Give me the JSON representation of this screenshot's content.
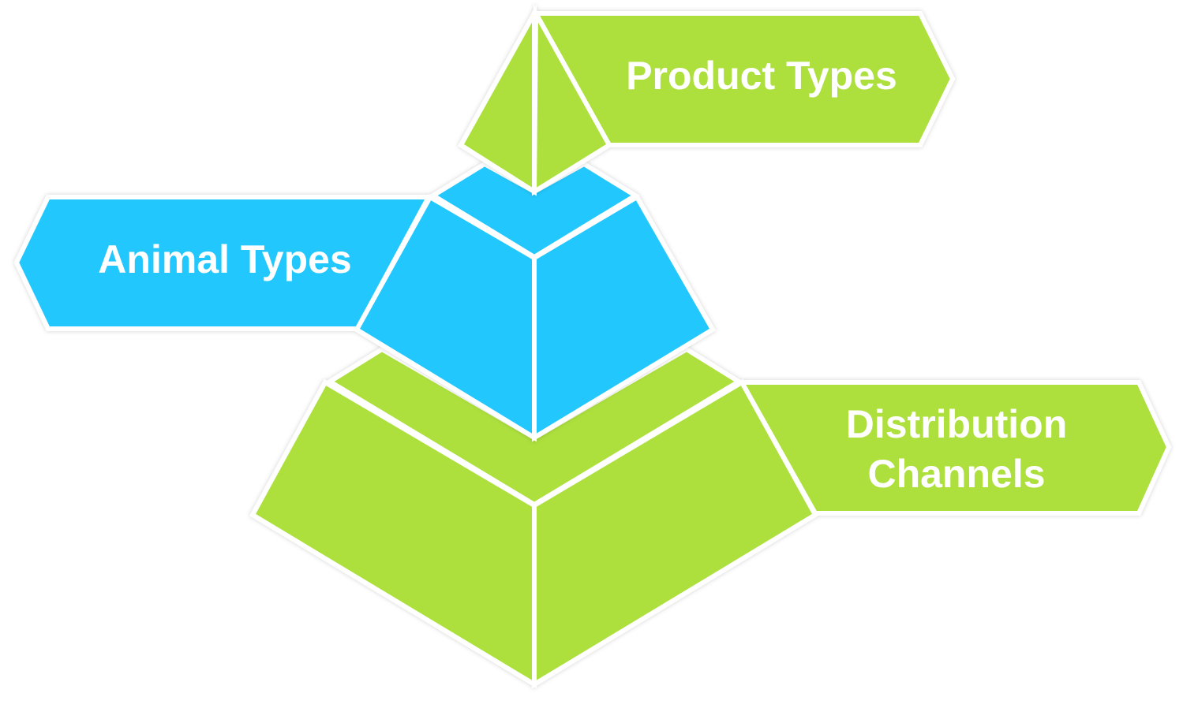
{
  "diagram": {
    "colors": {
      "green": "#ADE03E",
      "blue": "#22C8FD",
      "outline": "#FFFFFF"
    },
    "levels": [
      {
        "id": "top",
        "label": "Product Types",
        "color": "#ADE03E"
      },
      {
        "id": "middle",
        "label": "Animal Types",
        "color": "#22C8FD"
      },
      {
        "id": "bottom",
        "label_line1": "Distribution",
        "label_line2": "Channels",
        "color": "#ADE03E"
      }
    ]
  }
}
